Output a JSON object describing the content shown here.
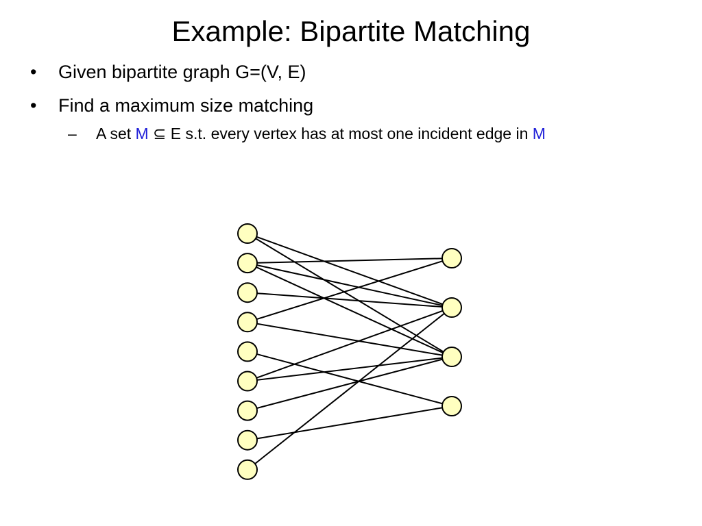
{
  "slide": {
    "title": "Example: Bipartite Matching",
    "bullets": [
      {
        "marker": "•",
        "text": "Given bipartite graph G=(V, E)"
      },
      {
        "marker": "•",
        "text": "Find a maximum size matching"
      }
    ],
    "sub_bullet": {
      "marker": "–",
      "prefix": "A set ",
      "set_name": "M",
      "subset_symbol": "⊆",
      "middle": " E s.t. every vertex has at most one incident edge in ",
      "set_name_end": "M"
    }
  },
  "colors": {
    "accent": "#1f1fd8",
    "vertex_fill": "#ffffc0",
    "edge": "#000000"
  },
  "graph": {
    "left_vertex_count": 9,
    "right_vertex_count": 4,
    "edges": [
      [
        0,
        1
      ],
      [
        0,
        2
      ],
      [
        1,
        0
      ],
      [
        1,
        1
      ],
      [
        1,
        2
      ],
      [
        2,
        1
      ],
      [
        3,
        0
      ],
      [
        3,
        2
      ],
      [
        4,
        3
      ],
      [
        5,
        1
      ],
      [
        5,
        2
      ],
      [
        6,
        2
      ],
      [
        7,
        3
      ],
      [
        8,
        1
      ]
    ]
  }
}
